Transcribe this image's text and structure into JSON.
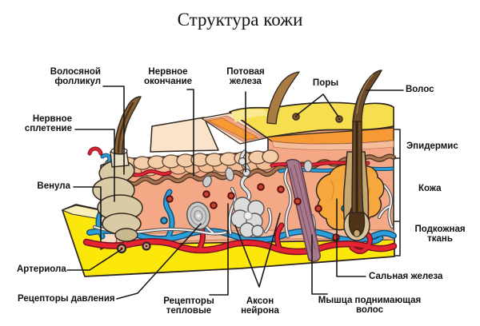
{
  "title": "Структура кожи",
  "labels": {
    "hair_follicle": {
      "line1": "Волосяной",
      "line2": "фолликул"
    },
    "nerve_ending": {
      "line1": "Нервное",
      "line2": "окончание"
    },
    "sweat_gland": {
      "line1": "Потовая",
      "line2": "железа"
    },
    "pores": {
      "text": "Поры"
    },
    "hair": {
      "text": "Волос"
    },
    "nerve_plexus": {
      "line1": "Нервное",
      "line2": "сплетение"
    },
    "epidermis": {
      "text": "Эпидермис"
    },
    "derma": {
      "text": "Кожа"
    },
    "subcutaneous": {
      "line1": "Подкожная",
      "line2": "ткань"
    },
    "venule": {
      "text": "Венула"
    },
    "arteriole": {
      "text": "Артериола"
    },
    "pressure_receptors": {
      "text": "Рецепторы давления"
    },
    "heat_receptors": {
      "line1": "Рецепторы",
      "line2": "тепловые"
    },
    "axon": {
      "line1": "Аксон",
      "line2": "нейрона"
    },
    "arrector_muscle": {
      "line1": "Мышца поднимающая",
      "line2": "волос"
    },
    "sebaceous_gland": {
      "text": "Сальная железа"
    }
  },
  "colors": {
    "epidermis_yellow": "#F6DE4E",
    "fat_yellow": "#FCE70A",
    "dermis_salmon": "#F5A886",
    "side_face": "#FBDCC4",
    "orange_band": "#F79A36",
    "artery_red": "#E52333",
    "vein_blue": "#2B9FD9",
    "nerve_gray": "#EDEDED",
    "hair_brown": "#6B4A28",
    "follicle_tan": "#D8CBA6",
    "muscle_mauve": "#A8798D",
    "gland_orange": "#F6A83C",
    "line_black": "#1a1a1a"
  }
}
